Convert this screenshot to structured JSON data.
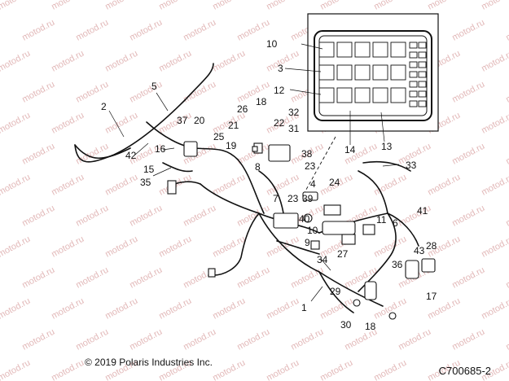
{
  "watermark": "motod.ru",
  "copyright": "© 2019 Polaris Industries Inc.",
  "figure_code": "C700685-2",
  "callouts": [
    "1",
    "2",
    "3",
    "4",
    "5",
    "6",
    "7",
    "8",
    "9",
    "10",
    "11",
    "12",
    "13",
    "14",
    "15",
    "16",
    "17",
    "18",
    "19",
    "20",
    "21",
    "22",
    "23",
    "24",
    "25",
    "26",
    "27",
    "28",
    "29",
    "30",
    "31",
    "32",
    "33",
    "34",
    "35",
    "36",
    "37",
    "38",
    "39",
    "40",
    "41",
    "42",
    "43"
  ]
}
